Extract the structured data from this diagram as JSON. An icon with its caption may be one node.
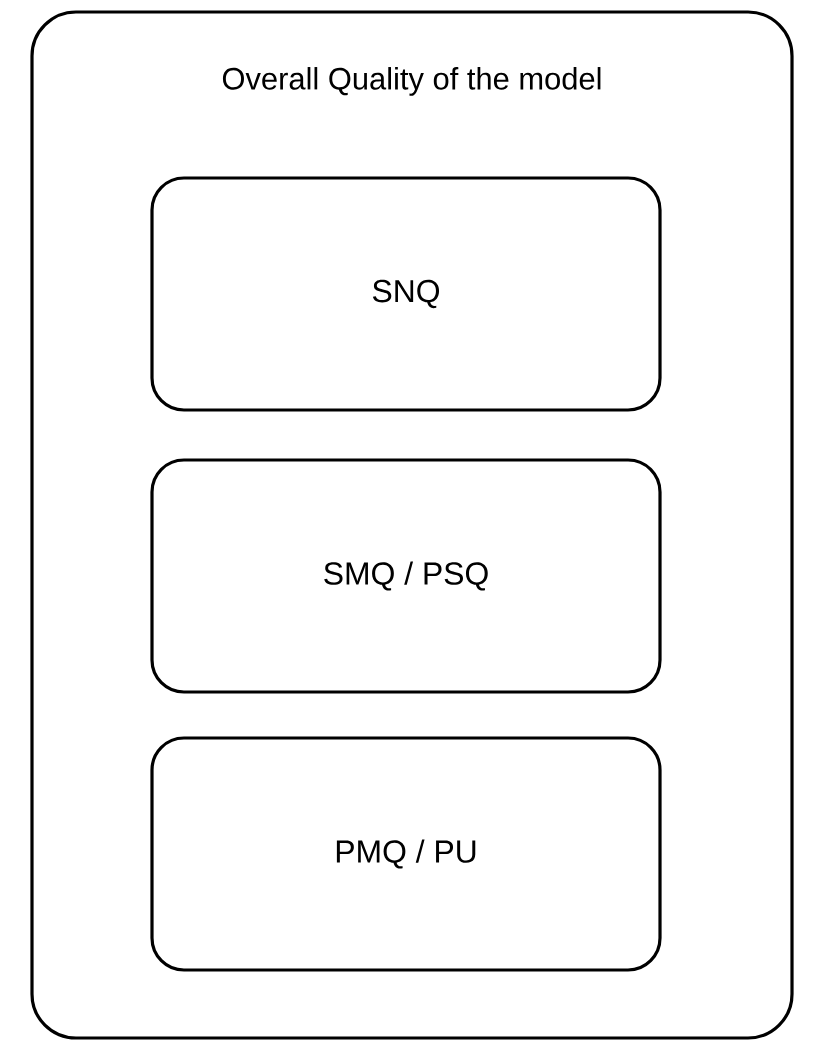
{
  "diagram": {
    "nodes": [
      {
        "text": [
          "Overall Quality of the model"
        ]
      },
      {
        "text": [
          "SNQ"
        ],
        "in": 0
      },
      {
        "text": [
          "SMQ / PSQ"
        ],
        "in": 0
      },
      {
        "text": [
          "PMQ / PU"
        ],
        "in": 0
      }
    ]
  }
}
